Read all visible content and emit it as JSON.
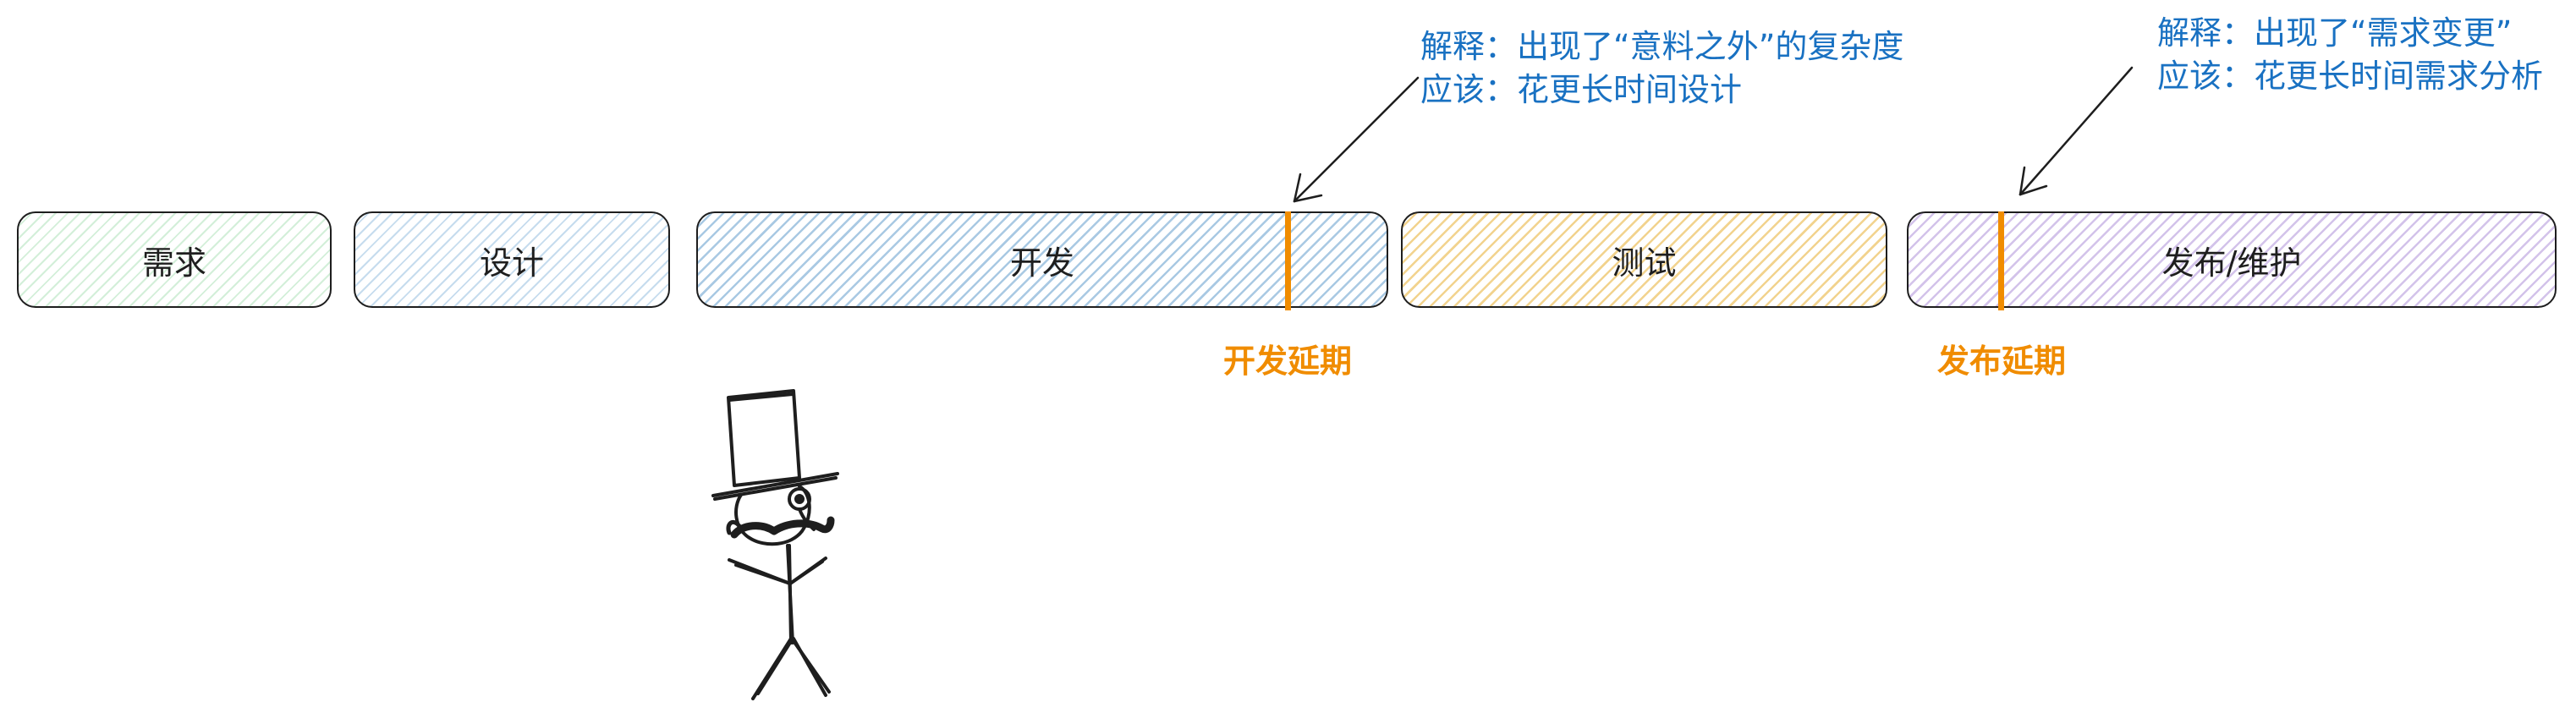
{
  "phases": [
    {
      "label": "需求"
    },
    {
      "label": "设计"
    },
    {
      "label": "开发"
    },
    {
      "label": "测试"
    },
    {
      "label": "发布/维护"
    }
  ],
  "delays": [
    {
      "label": "开发延期"
    },
    {
      "label": "发布延期"
    }
  ],
  "notes": [
    {
      "line1": "解释：出现了“意料之外”的复杂度",
      "line2": "应该：花更长时间设计"
    },
    {
      "line1": "解释：出现了“需求变更”",
      "line2": "应该：花更长时间需求分析"
    }
  ],
  "colors": {
    "stroke": "#1e1e1e",
    "delay": "#f08c00",
    "note": "#1971c2",
    "phase_fills": [
      "#d3efd9",
      "#c6dcee",
      "#a9c9e3",
      "#f2d38e",
      "#d3c3ea"
    ]
  }
}
